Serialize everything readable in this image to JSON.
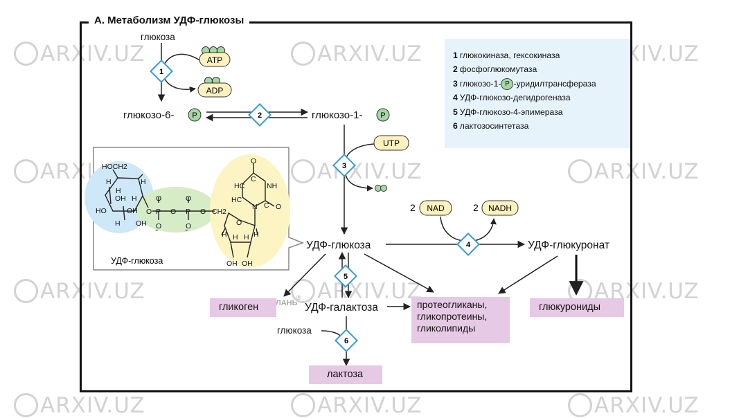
{
  "title": "А. Метаболизм УДФ-глюкозы",
  "legend": [
    {
      "num": "1",
      "text": "глюкокиназа, гексокиназа"
    },
    {
      "num": "2",
      "text": "фосфоглюкомутаза"
    },
    {
      "num": "3",
      "pre": "глюкозо-1-",
      "chip": "P",
      "post": "-уридилтрансфераза"
    },
    {
      "num": "4",
      "text": "УДФ-глюкозо-дегидрогеназа"
    },
    {
      "num": "5",
      "text": "УДФ-глюкозо-4-эпимераза"
    },
    {
      "num": "6",
      "text": "лактозосинтетаза"
    }
  ],
  "metabolites": {
    "glucose_top": "глюкоза",
    "g6p": "глюкозо-6-",
    "g1p": "глюкозо-1-",
    "udp_glucose": "УДФ-глюкоза",
    "udp_glucuronate": "УДФ-глюкуронат",
    "udp_galactose": "УДФ-галактоза",
    "glucose_lower": "глюкоза",
    "phosphate": "P"
  },
  "cofactors": {
    "atp": "ATP",
    "adp": "ADP",
    "utp": "UTP",
    "nad": "NAD",
    "nadh": "NADH",
    "nad_coef": "2",
    "nadh_coef": "2"
  },
  "enzymes": [
    "1",
    "2",
    "3",
    "4",
    "5",
    "6"
  ],
  "products": {
    "glycogen": "гликоген",
    "glucuronides": "глюкурониды",
    "lactose": "лактоза",
    "proteoglycans": [
      "протеогликаны,",
      "гликопротеины,",
      "гликолипиды"
    ]
  },
  "structure": {
    "caption": "УДФ-глюкоза",
    "labels": [
      "HOCH2",
      "H",
      "H",
      "H",
      "OH",
      "H",
      "HO",
      "OH",
      "H",
      "OH",
      "O",
      "P",
      "O",
      "P",
      "O",
      "CH2",
      "O",
      "O",
      "O",
      "O",
      "O",
      "HC",
      "C",
      "NH",
      "HC",
      "C",
      "N",
      "O",
      "O",
      "H",
      "H",
      "H",
      "H",
      "OH",
      "OH"
    ],
    "charges": [
      "-",
      "-"
    ]
  },
  "publisher_mark": "ЛАНЬ",
  "registered_mark": "®",
  "watermark": "ARXIV.UZ",
  "colors": {
    "legend_bg": "#e6f3fb",
    "phosphate_green": "#a6d7a6",
    "cofactor_yellow": "#fdf2c0",
    "product_pink": "#e6c9e4",
    "enzyme_blue": "#3a9bd4",
    "glucose_blob": "#cfe8f7",
    "phosphate_blob": "#d6ecc6",
    "uridine_blob": "#fdf4c4"
  }
}
